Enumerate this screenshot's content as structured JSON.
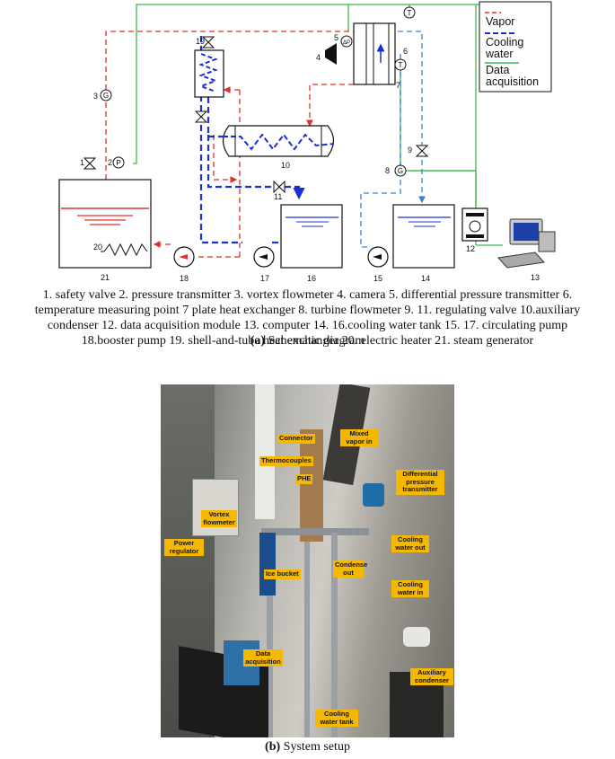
{
  "schematic": {
    "legend": {
      "vapor": "Vapor",
      "cooling_water_line1": "Cooling",
      "cooling_water_line2": "water",
      "data_acq_line1": "Data",
      "data_acq_line2": "acquisition",
      "colors": {
        "vapor": "#e0302a",
        "cooling": "#1a2fd6",
        "data": "#3cb84a"
      }
    },
    "numbers": {
      "n1": "1",
      "n2": "2",
      "n3": "3",
      "n4": "4",
      "n5": "5",
      "n6": "6",
      "n7": "7",
      "n8": "8",
      "n9": "9",
      "n10": "10",
      "n11": "11",
      "n12": "12",
      "n13": "13",
      "n14": "14",
      "n15": "15",
      "n16": "16",
      "n17": "17",
      "n18": "18",
      "n19": "19",
      "n20": "20",
      "n21": "21"
    },
    "symbols": {
      "g": "G",
      "p": "P",
      "t": "T",
      "dp": "ΔP"
    }
  },
  "caption": {
    "line1": "1. safety valve  2. pressure transmitter  3. vortex flowmeter  4. camera  5. differential pressure transmitter 6.",
    "line2": "temperature measuring point  7 plate heat exchanger  8. turbine flowmeter  9. 11. regulating valve  10.auxiliary",
    "line3": "condenser  12. data acquisition module  13. computer  14. 16.cooling water tank  15. 17. circulating pump",
    "line4": "18.booster pump  19. shell-and-tube heat exchanger  20. electric heater 21. steam generator"
  },
  "fig_a": {
    "label": "(a)",
    "text": " Schematic diagram"
  },
  "fig_b": {
    "label": "(b)",
    "text": " System setup"
  },
  "photo_labels": {
    "connector": "Connector",
    "mixed_vapor": "Mixed vapor in",
    "thermocouples": "Thermocouples",
    "phe": "PHE",
    "dpt": "Differential pressure transmitter",
    "vortex": "Vortex flowmeter",
    "power": "Power regulator",
    "ice": "Ice bucket",
    "condense": "Condense out",
    "cw_out": "Cooling water out",
    "cw_in": "Cooling water in",
    "daq": "Data acquisition",
    "aux": "Auxiliary condenser",
    "tank": "Cooling water tank"
  }
}
